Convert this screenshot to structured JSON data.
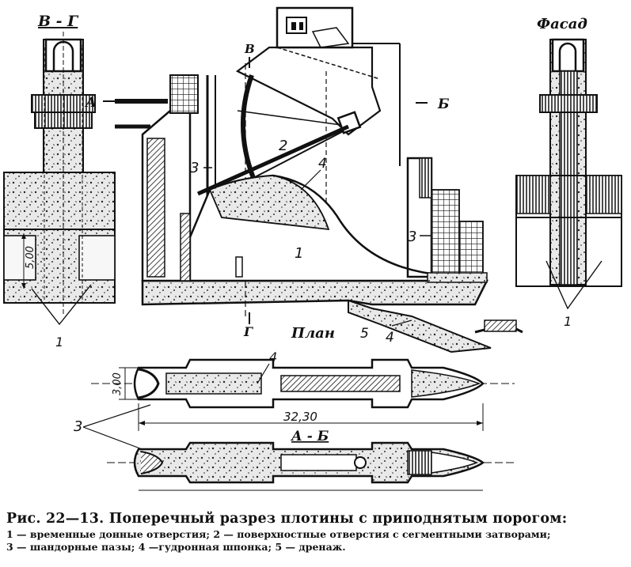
{
  "figure": {
    "labels": {
      "section_vg": "В - Г",
      "facade": "Фасад",
      "plan": "План",
      "section_ab": "А - Б",
      "cut_a": "А",
      "cut_b": "Б",
      "cut_v": "В",
      "cut_g": "Г"
    },
    "callouts": {
      "n1": "1",
      "n2": "2",
      "n3": "3",
      "n4": "4",
      "n5": "5"
    },
    "dimensions": {
      "height_left": "5,00",
      "width_plan": "3,00",
      "length_plan": "32,30"
    }
  },
  "caption": {
    "title": "Рис. 22—13. Поперечный разрез плотины с приподнятым порогом:",
    "legend_1": "1 — временные донные отверстия;",
    "legend_2": "2 — поверхностные отверстия с сегментными затворами;",
    "legend_3": "3 — шандорные пазы;",
    "legend_4": "4 —гудронная шпонка;",
    "legend_5": "5 — дренаж."
  }
}
